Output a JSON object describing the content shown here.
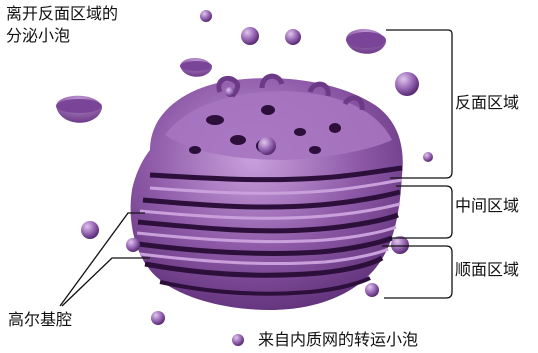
{
  "labels": {
    "leaving_vesicles_line1": "离开反面区域的",
    "leaving_vesicles_line2": "分泌小泡",
    "trans_region": "反面区域",
    "medial_region": "中间区域",
    "cis_region": "顺面区域",
    "cisterna": "高尔基腔",
    "transport_vesicles": "来自内质网的转运小泡"
  },
  "colors": {
    "organelle_light": "#b98ad0",
    "organelle_mid": "#8e5aa8",
    "organelle_dark": "#5f2f78",
    "lumen": "#2c0f3a",
    "vesicle": "#9a6ab8",
    "line": "#111111",
    "background": "#ffffff"
  }
}
